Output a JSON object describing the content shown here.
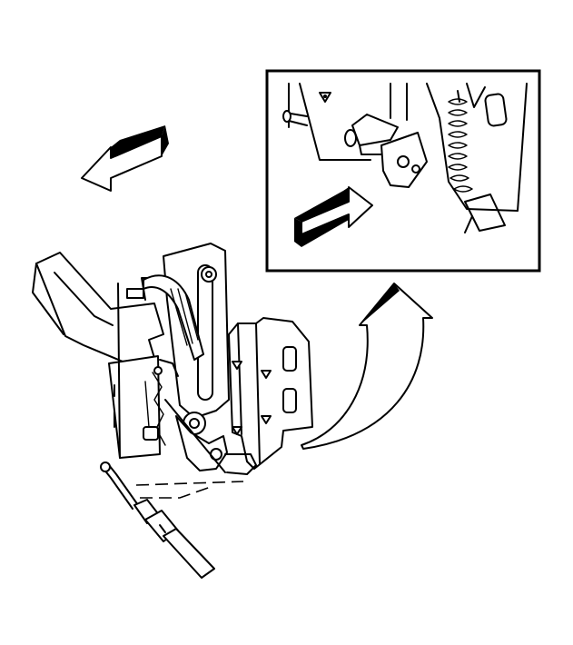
{
  "figure": {
    "background": "#ffffff",
    "line_color": "#000000",
    "parts": [
      "hood-latch-assembly",
      "release-cable",
      "detail-inset",
      "direction-arrow"
    ]
  }
}
